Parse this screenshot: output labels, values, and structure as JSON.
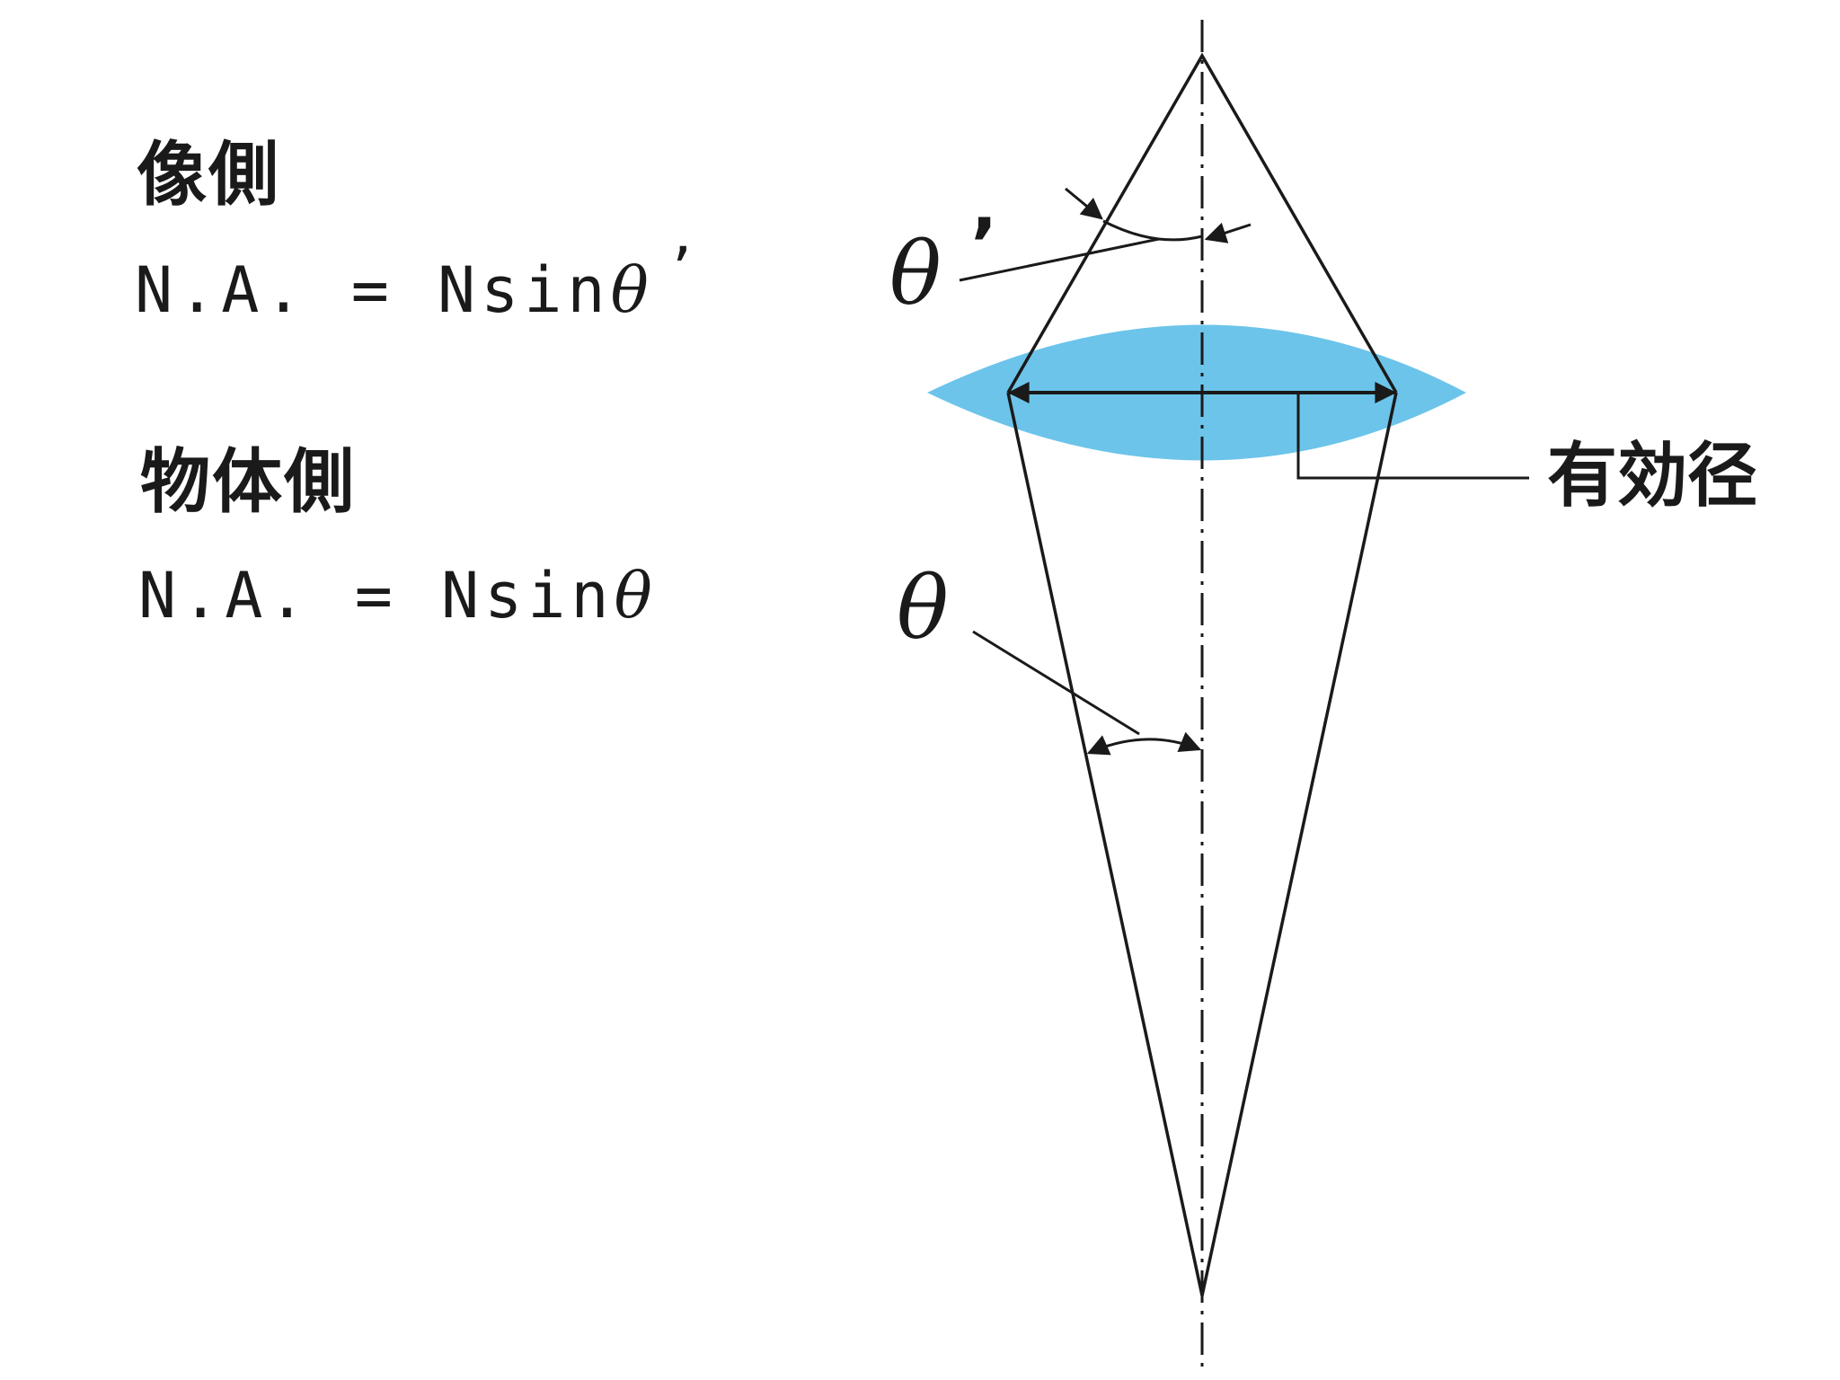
{
  "image_side": {
    "heading": "像側",
    "formula_text": "N.A. = Nsin",
    "theta": "θ",
    "prime": "’"
  },
  "object_side": {
    "heading": "物体側",
    "formula_text": "N.A. = Nsin",
    "theta": "θ"
  },
  "diagram": {
    "theta_prime_symbol": "θ",
    "theta_prime_mark": "’",
    "theta_symbol": "θ",
    "effective_diameter_label": "有効径",
    "lens_color": "#6cc4ea",
    "line_color": "#1a1a1a"
  }
}
